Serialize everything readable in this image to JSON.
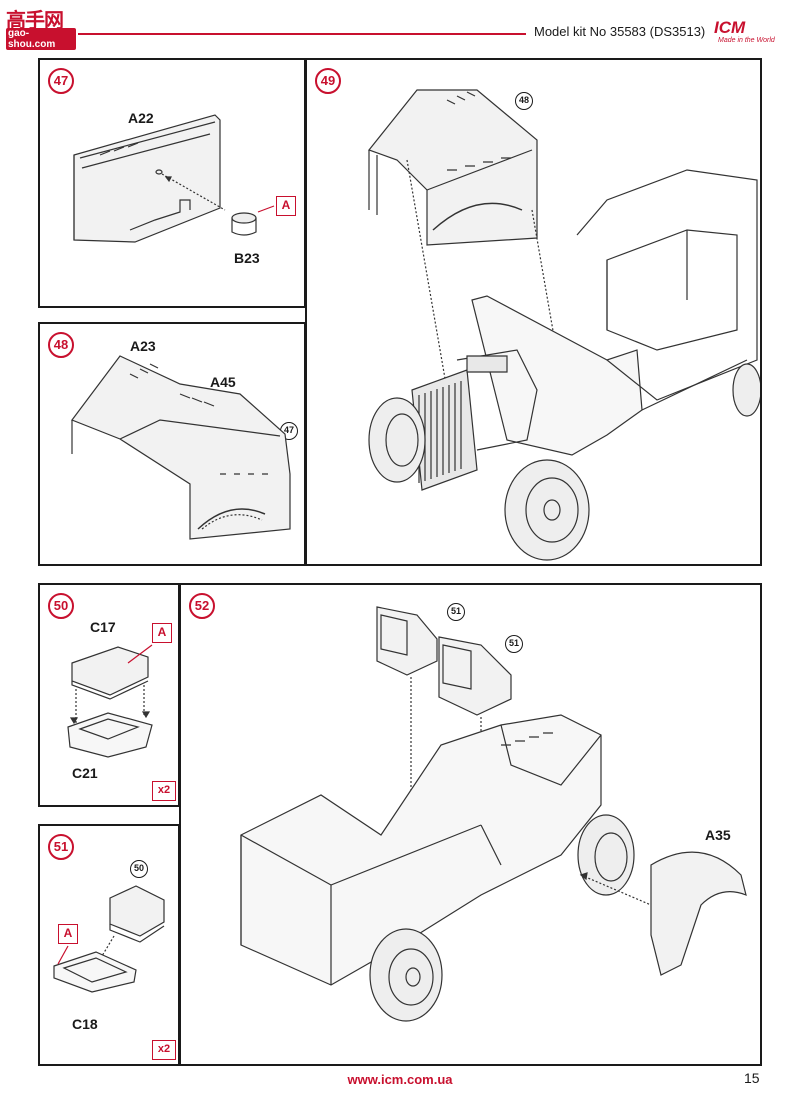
{
  "header": {
    "watermark_cn": "高手网",
    "watermark_url": "gao-shou.com",
    "title": "Model kit No 35583 (DS3513)",
    "brand": "ICM",
    "brand_tagline": "Made in the World"
  },
  "steps": {
    "s47": {
      "number": "47",
      "parts": [
        "A22",
        "B23"
      ],
      "paint": "A"
    },
    "s48": {
      "number": "48",
      "parts": [
        "A23",
        "A45"
      ],
      "ref": "47"
    },
    "s49": {
      "number": "49",
      "ref": "48"
    },
    "s50": {
      "number": "50",
      "parts": [
        "C17",
        "C21"
      ],
      "paint": "A",
      "qty": "x2"
    },
    "s51": {
      "number": "51",
      "parts": [
        "C18"
      ],
      "paint": "A",
      "ref": "50",
      "qty": "x2"
    },
    "s52": {
      "number": "52",
      "parts": [
        "A35"
      ],
      "refs": [
        "51",
        "51"
      ]
    }
  },
  "footer": {
    "url": "www.icm.com.ua",
    "page": "15"
  }
}
